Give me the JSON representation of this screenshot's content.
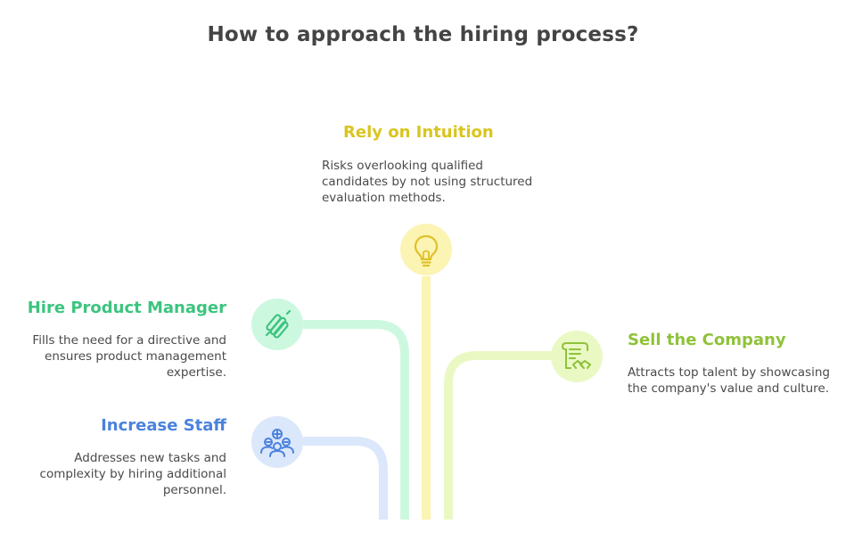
{
  "title": "How to approach the hiring process?",
  "colors": {
    "yellow": "#d9c51f",
    "yellow_light": "#fbf4b3",
    "yellow_icon": "#dfc12a",
    "green": "#3cc47f",
    "green_light": "#cdf8e0",
    "blue": "#4b82dd",
    "blue_light": "#dbe7fb",
    "lime": "#8fc23a",
    "lime_light": "#eaf9c4",
    "text": "#444444"
  },
  "options": {
    "intuition": {
      "title": "Rely on Intuition",
      "description": "Risks overlooking qualified candidates by not using structured evaluation methods.",
      "icon": "lightbulb-icon"
    },
    "product_manager": {
      "title": "Hire Product Manager",
      "description": "Fills the need for a directive and ensures product management expertise.",
      "icon": "tools-icon"
    },
    "staff": {
      "title": "Increase Staff",
      "description": "Addresses new tasks and complexity by hiring additional personnel.",
      "icon": "add-people-icon"
    },
    "sell": {
      "title": "Sell the Company",
      "description": "Attracts top talent by showcasing the company's value and culture.",
      "icon": "contract-handshake-icon"
    }
  }
}
